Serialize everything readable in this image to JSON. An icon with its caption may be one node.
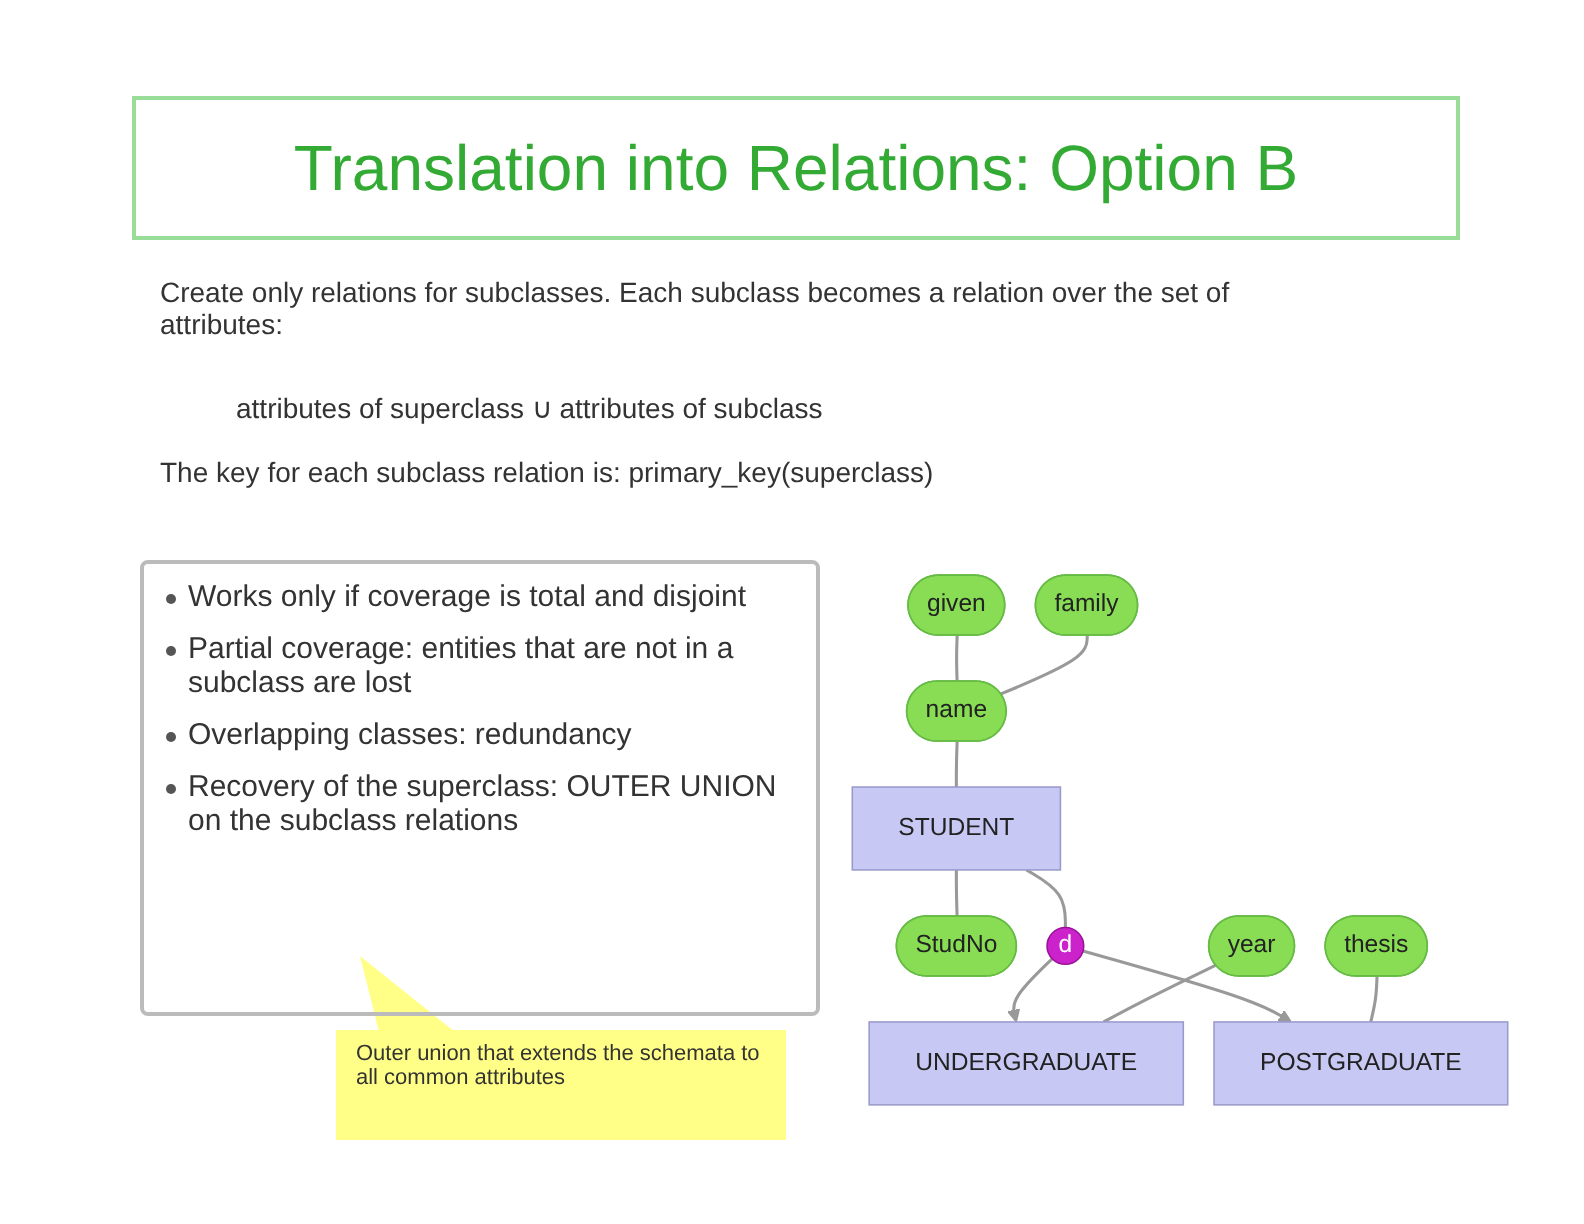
{
  "diagram": {
    "title": "Translation into Relations: Option B",
    "nodes": [
      {
        "text": [
          "given"
        ]
      },
      {
        "text": [
          "family"
        ]
      },
      {
        "text": [
          "name"
        ]
      },
      {
        "text": [
          "STUDENT"
        ]
      },
      {
        "text": [
          "StudNo"
        ]
      },
      {
        "text": [
          "d"
        ]
      },
      {
        "text": [
          "year"
        ]
      },
      {
        "text": [
          "thesis"
        ]
      },
      {
        "text": [
          "UNDERGRADUATE"
        ]
      },
      {
        "text": [
          "POSTGRADUATE"
        ]
      }
    ],
    "edges": [
      {
        "from": 0,
        "to": 2,
        "arrow": "none"
      },
      {
        "from": 1,
        "to": 2,
        "arrow": "none"
      },
      {
        "from": 2,
        "to": 3,
        "arrow": "none"
      },
      {
        "from": 3,
        "to": 4,
        "arrow": "none"
      },
      {
        "from": 3,
        "to": 5,
        "arrow": "none"
      },
      {
        "from": 5,
        "to": 8,
        "arrow": "to"
      },
      {
        "from": 5,
        "to": 9,
        "arrow": "to"
      },
      {
        "from": 6,
        "to": 8,
        "arrow": "none"
      },
      {
        "from": 7,
        "to": 9,
        "arrow": "none"
      }
    ],
    "labels": [
      "Create only relations for subclasses. Each subclass becomes a relation over the set of attributes:",
      "attributes of superclass ∪ attributes of subclass",
      "The key for each subclass relation is: primary_key(superclass)",
      "Works only if coverage is total and disjoint",
      "Partial coverage: entities that are not in a subclass are lost",
      "Overlapping classes: redundancy",
      "Recovery of the superclass: OUTER UNION on the subclass relations",
      "Outer union that extends the schemata to all common attributes"
    ]
  }
}
